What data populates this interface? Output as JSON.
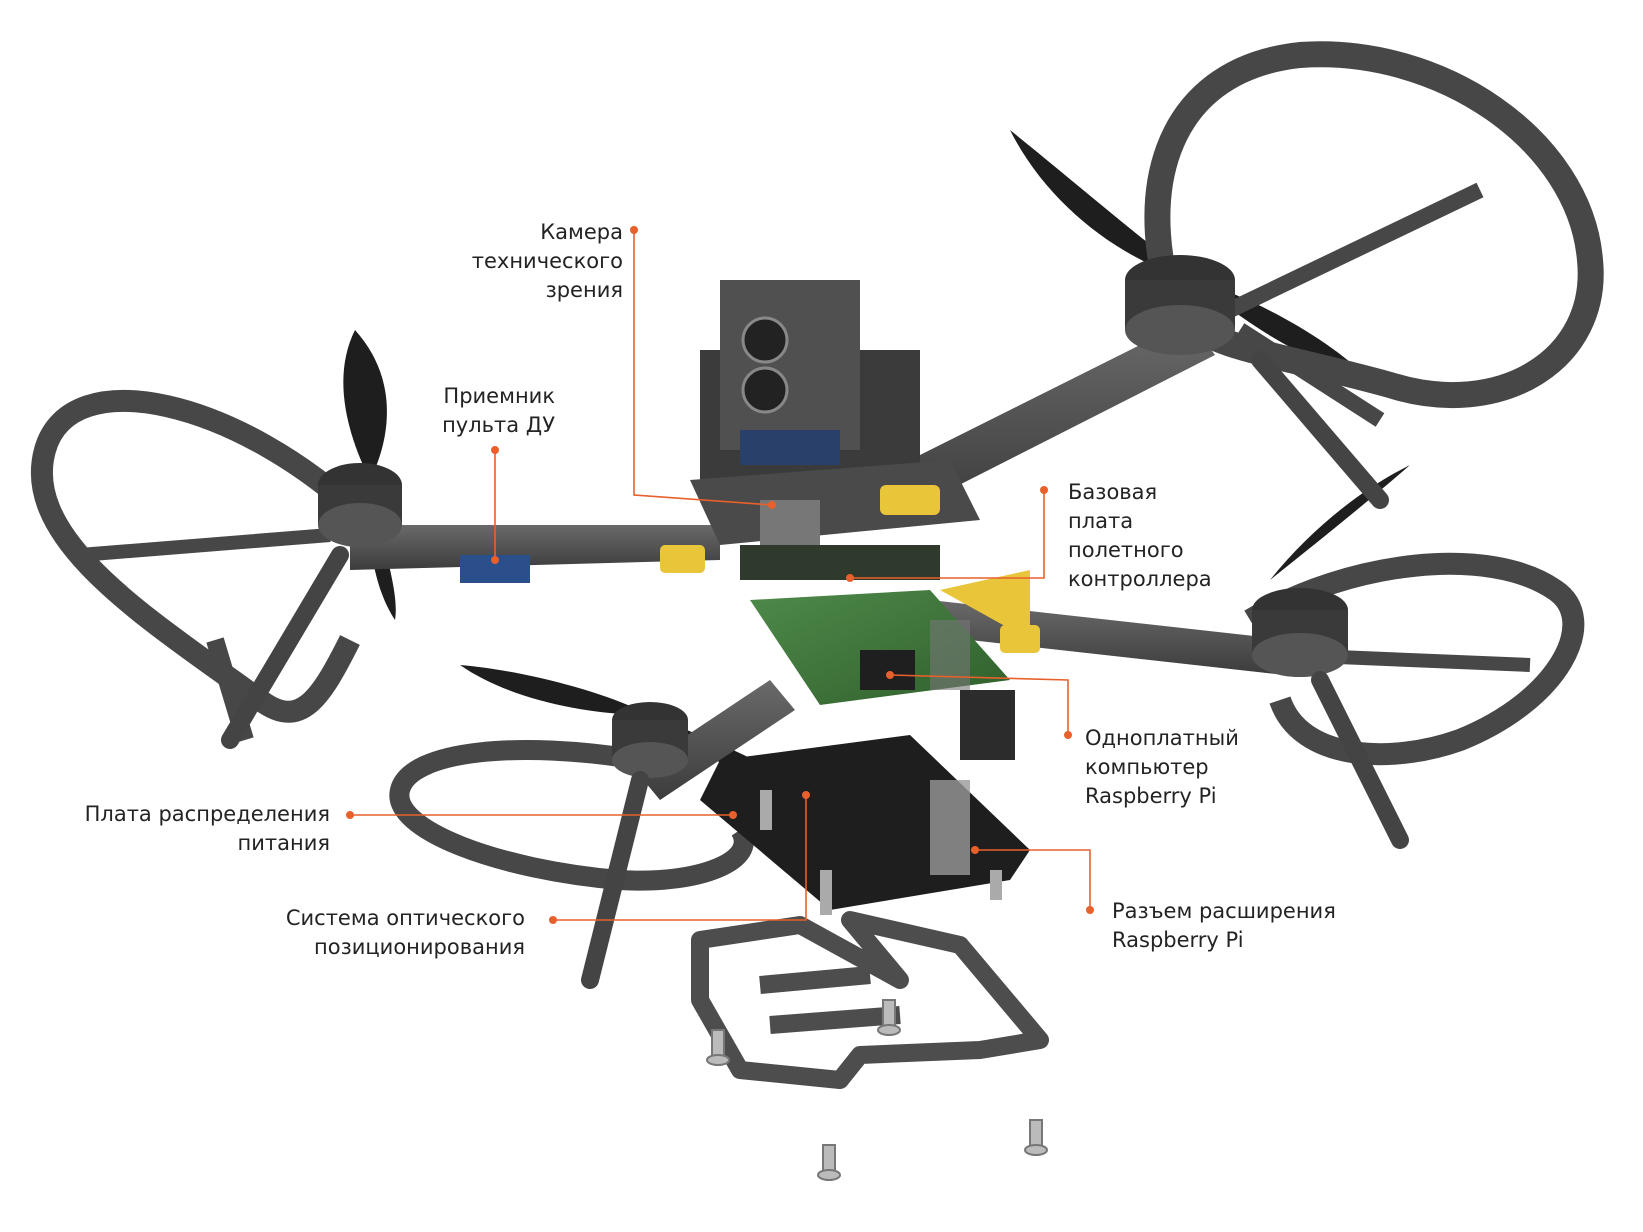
{
  "accent_color": "#e8602c",
  "frame_color": "#4a4a4a",
  "labels": {
    "camera": "Камера\nтехнического\nзрения",
    "receiver": "Приемник\nпульта ДУ",
    "flight_controller": "Базовая\nплата\nполетного\nконтроллера",
    "sbc": "Одноплатный\nкомпьютер\nRaspberry Pi",
    "power_board": "Плата распределения\nпитания",
    "optical": "Система оптического\nпозиционирования",
    "expansion": "Разъем расширения\nRaspberry Pi"
  }
}
